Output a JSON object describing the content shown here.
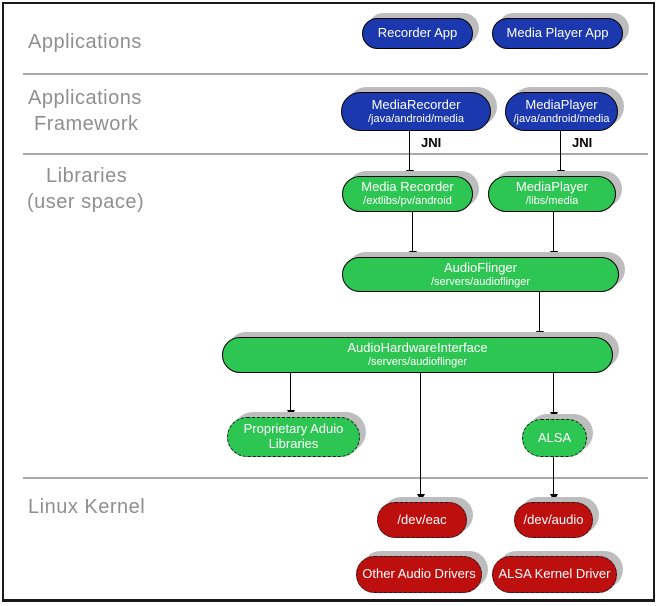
{
  "sections": {
    "applications": "Applications",
    "framework": {
      "line1": "Applications",
      "line2": "Framework"
    },
    "libraries": {
      "line1": "Libraries",
      "line2": "(user space)"
    },
    "kernel": "Linux Kernel"
  },
  "nodes": {
    "recorder_app": {
      "label": "Recorder App"
    },
    "media_player_app": {
      "label": "Media Player App"
    },
    "media_recorder_fw": {
      "label": "MediaRecorder",
      "path": "/java/android/media"
    },
    "media_player_fw": {
      "label": "MediaPlayer",
      "path": "/java/android/media"
    },
    "media_recorder_lib": {
      "label": "Media Recorder",
      "path": "/extlibs/pv/android"
    },
    "media_player_lib": {
      "label": "MediaPlayer",
      "path": "/libs/media"
    },
    "audio_flinger": {
      "label": "AudioFlinger",
      "path": "/servers/audioflinger"
    },
    "audio_hardware_interface": {
      "label": "AudioHardwareInterface",
      "path": "/servers/audioflinger"
    },
    "proprietary_audio_libraries": {
      "label": "Proprietary Aduio Libraries"
    },
    "alsa": {
      "label": "ALSA"
    },
    "dev_eac": {
      "label": "/dev/eac"
    },
    "dev_audio": {
      "label": "/dev/audio"
    },
    "other_audio_drivers": {
      "label": "Other Audio Drivers"
    },
    "alsa_kernel_driver": {
      "label": "ALSA Kernel Driver"
    }
  },
  "edges": {
    "jni_left": "JNI",
    "jni_right": "JNI"
  },
  "colors": {
    "app_blue": "#1b38ae",
    "library_green": "#2ec653",
    "kernel_red": "#be0f0f",
    "shadow_gray": "#bdbdbd",
    "section_text_gray": "#8f8f8f",
    "divider_gray": "#a8a8a8"
  }
}
